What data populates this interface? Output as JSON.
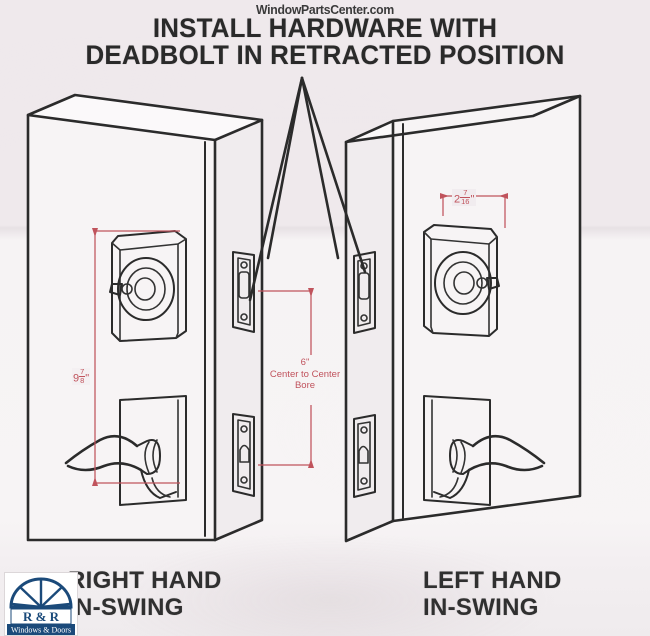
{
  "watermark": "WindowPartsCenter.com",
  "heading": {
    "line1": "INSTALL HARDWARE WITH",
    "line2": "DEADBOLT IN RETRACTED POSITION"
  },
  "dimensions": {
    "height": {
      "whole": "9",
      "num": "7",
      "den": "8",
      "unit": "\""
    },
    "bore": {
      "value": "6\"",
      "line2": "Center to Center",
      "line3": "Bore"
    },
    "backset": {
      "whole": "2",
      "num": "7",
      "den": "16",
      "unit": "\""
    }
  },
  "labels": {
    "right_hand": {
      "line1": "RIGHT HAND",
      "line2": "IN-SWING"
    },
    "left_hand": {
      "line1": "LEFT HAND",
      "line2": "IN-SWING"
    }
  },
  "logo": {
    "name": "R & R",
    "tagline": "Windows & Doors",
    "color": "#1b4a7a"
  },
  "colors": {
    "ink": "#262626",
    "dimension_red": "#c0535c",
    "paper": "#f3eff1",
    "logo_navy": "#1b4a7a"
  }
}
